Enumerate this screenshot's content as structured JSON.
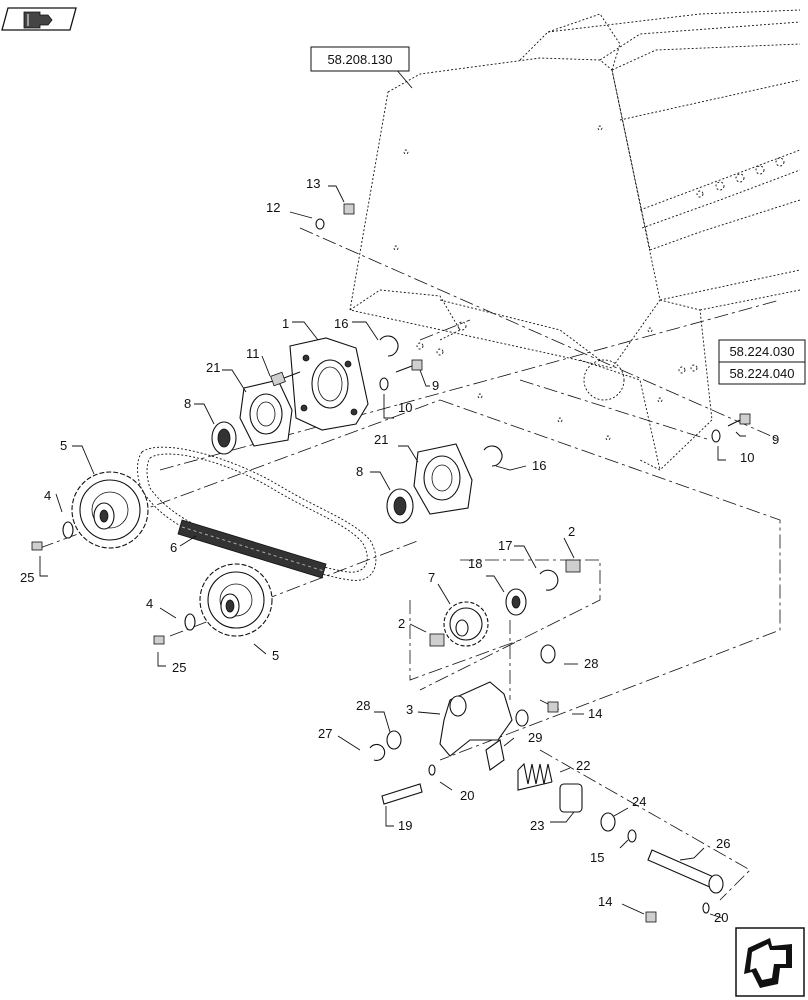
{
  "icons": {
    "top_left": "book-arrow-icon",
    "bottom_right": "navigation-arrow-icon"
  },
  "references": {
    "frame": "58.208.130",
    "ref_a": "58.224.030",
    "ref_b": "58.224.040"
  },
  "callouts": {
    "c1": "1",
    "c2a": "2",
    "c2b": "2",
    "c3": "3",
    "c4a": "4",
    "c4b": "4",
    "c5a": "5",
    "c5b": "5",
    "c6": "6",
    "c7": "7",
    "c8a": "8",
    "c8b": "8",
    "c9a": "9",
    "c9b": "9",
    "c10a": "10",
    "c10b": "10",
    "c11": "11",
    "c12": "12",
    "c13": "13",
    "c14a": "14",
    "c14b": "14",
    "c15": "15",
    "c16a": "16",
    "c16b": "16",
    "c17": "17",
    "c18": "18",
    "c19": "19",
    "c20a": "20",
    "c20b": "20",
    "c21a": "21",
    "c21b": "21",
    "c22": "22",
    "c23": "23",
    "c24": "24",
    "c25a": "25",
    "c25b": "25",
    "c26": "26",
    "c27": "27",
    "c28a": "28",
    "c28b": "28",
    "c29": "29"
  }
}
